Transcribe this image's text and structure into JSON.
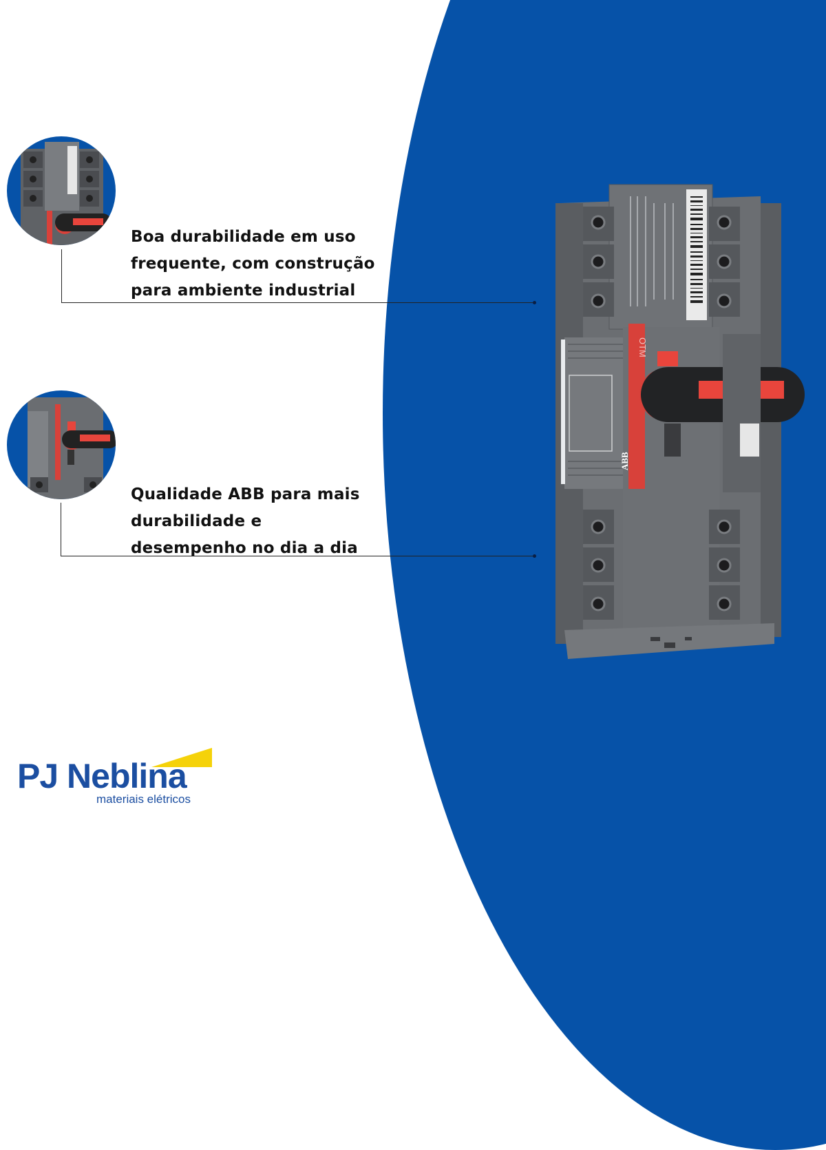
{
  "features": [
    {
      "text": "Boa durabilidade em uso\nfrequente, com construção\npara ambiente industrial",
      "thumbnail": "switch-top-closeup"
    },
    {
      "text": "Qualidade ABB para mais\ndurabilidade e\ndesempenho no dia a dia",
      "thumbnail": "switch-handle-closeup"
    }
  ],
  "product": {
    "brand_mark": "ABB",
    "model_mark": "OTM"
  },
  "logo": {
    "name": "PJ Neblina",
    "tagline": "materiais elétricos"
  },
  "colors": {
    "background": "#ffffff",
    "accent_blue": "#0652a8",
    "logo_blue": "#1b4ea1",
    "logo_yellow": "#f5d20a",
    "handle_red": "#e8453c",
    "device_gray": "#6d7074",
    "text": "#111111"
  }
}
